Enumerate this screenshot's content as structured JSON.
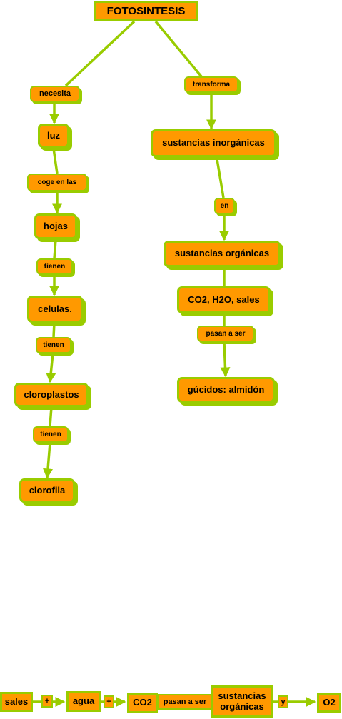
{
  "colors": {
    "node_fill": "#ff9900",
    "accent_green": "#99cc00"
  },
  "map": {
    "title": "FOTOSINTESIS",
    "left": {
      "necesita": "necesita",
      "luz": "luz",
      "coge_en_las": "coge en las",
      "hojas": "hojas",
      "tienen_1": "tienen",
      "celulas": "celulas.",
      "tienen_2": "tienen",
      "cloroplastos": "cloroplastos",
      "tienen_3": "tienen",
      "clorofila": "clorofila"
    },
    "right": {
      "transforma": "transforma",
      "sustancias_inorganicas": "sustancias inorgánicas",
      "en": "en",
      "sustancias_organicas": "sustancias orgánicas",
      "co2_h2o_sales": "CO2, H2O, sales",
      "pasan_a_ser": "pasan a ser",
      "glucidos": "gúcidos: almidón"
    },
    "equation": {
      "sales": "sales",
      "plus_1": "+",
      "agua": "agua",
      "plus_2": "+",
      "co2": "CO2",
      "pasan_a_ser": "pasan a ser",
      "sustancias_organicas": "sustancias orgánicas",
      "y": "y",
      "o2": "O2"
    }
  }
}
